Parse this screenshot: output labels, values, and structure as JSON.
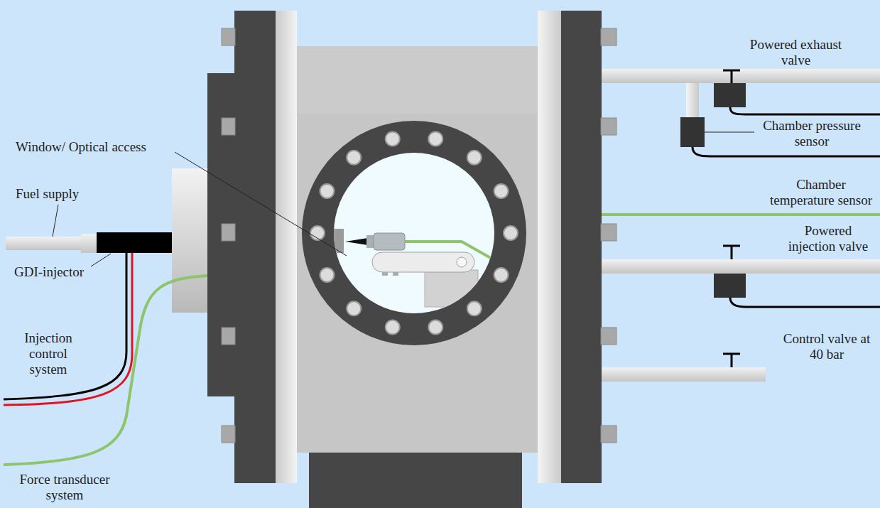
{
  "diagram": {
    "labels": [
      "Powered exhaust valve",
      "Chamber pressure sensor",
      "Chamber temperature sensor",
      "Powered injection valve",
      "Control valve at 40 bar",
      "Window/ Optical access",
      "Fuel supply",
      "GDI-injector",
      "Injection control system",
      "Force transducer system"
    ]
  }
}
